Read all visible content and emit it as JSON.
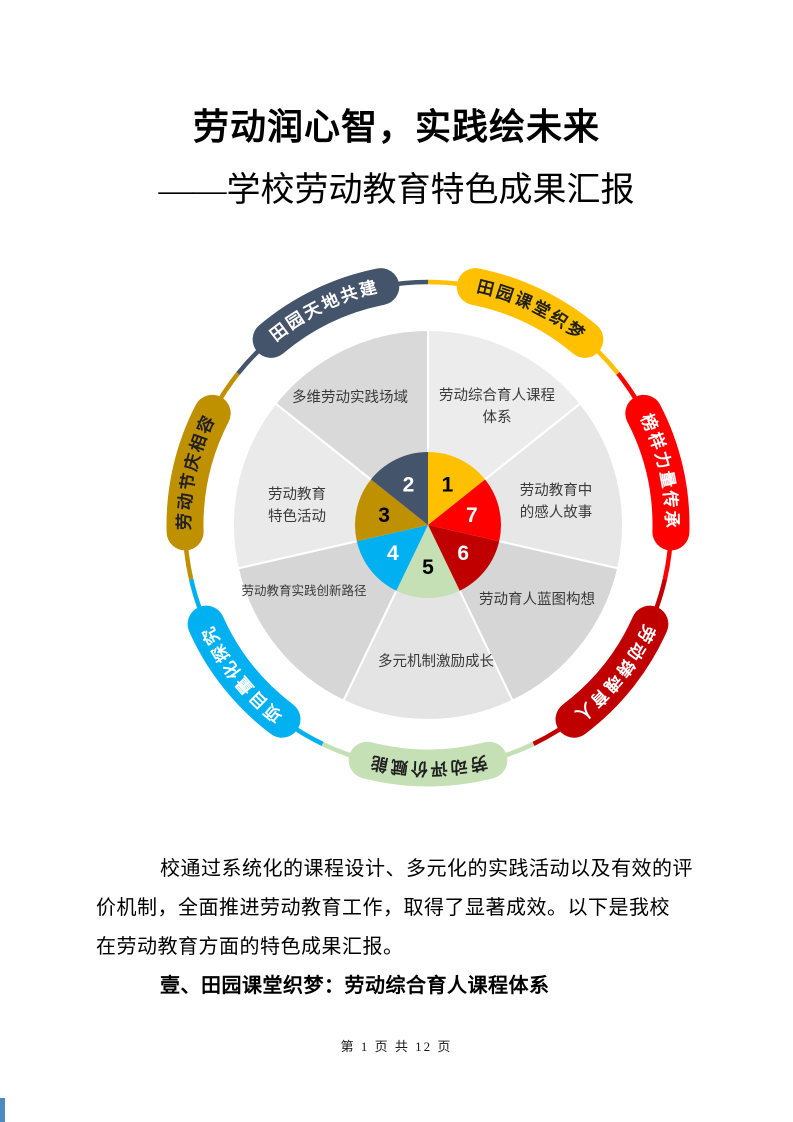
{
  "document": {
    "title": "劳动润心智，实践绘未来",
    "subtitle": "——学校劳动教育特色成果汇报",
    "paragraph_lines": [
      "校通过系统化的课程设计、多元化的实践活动以及有效的评",
      "价机制，全面推进劳动教育工作，取得了显著成效。以下是我校",
      "在劳动教育方面的特色成果汇报。"
    ],
    "section_heading": "壹、田园课堂织梦：劳动综合育人课程体系",
    "footer": "第 1 页 共 12 页"
  },
  "diagram": {
    "capsules": {
      "c1": {
        "text": "田园课堂织梦",
        "color": "#FFC000",
        "text_color": "#1f1f1f",
        "number": "1",
        "number_color": "#000000"
      },
      "c2": {
        "text": "田园天地共建",
        "color": "#44546A",
        "text_color": "#ffffff",
        "number": "2",
        "number_color": "#ffffff"
      },
      "c3": {
        "text": "劳动节庆相容",
        "color": "#BF9000",
        "text_color": "#1f1f1f",
        "number": "3",
        "number_color": "#000000"
      },
      "c4": {
        "text": "项目量化探究",
        "color": "#00B0F0",
        "text_color": "#ffffff",
        "number": "4",
        "number_color": "#ffffff"
      },
      "c5": {
        "text": "劳动评价赋能",
        "color": "#C5E0B4",
        "text_color": "#1f1f1f",
        "number": "5",
        "number_color": "#000000"
      },
      "c6": {
        "text": "劳动铸魂育人",
        "color": "#C00000",
        "text_color": "#ffffff",
        "number": "6",
        "number_color": "#ffffff"
      },
      "c7": {
        "text": "榜样力量传承",
        "color": "#FF0000",
        "text_color": "#ffffff",
        "number": "7",
        "number_color": "#ffffff"
      }
    },
    "ring_grays": [
      "#ececec",
      "#e7e7e7",
      "#d6d6d6",
      "#e4e4e4",
      "#d6d6d6",
      "#eaeaea",
      "#d9d9d9"
    ],
    "labels": {
      "w1": [
        "劳动综合育人课程",
        "体系"
      ],
      "w7": [
        "劳动教育中",
        "的感人故事"
      ],
      "w6": [
        "劳动育人蓝图构想"
      ],
      "w5": [
        "多元机制激励成长"
      ],
      "w4": [
        "劳动教育实践创新路径"
      ],
      "w3": [
        "劳动教育",
        "特色活动"
      ],
      "w2": [
        "多维劳动实践场域"
      ]
    }
  }
}
